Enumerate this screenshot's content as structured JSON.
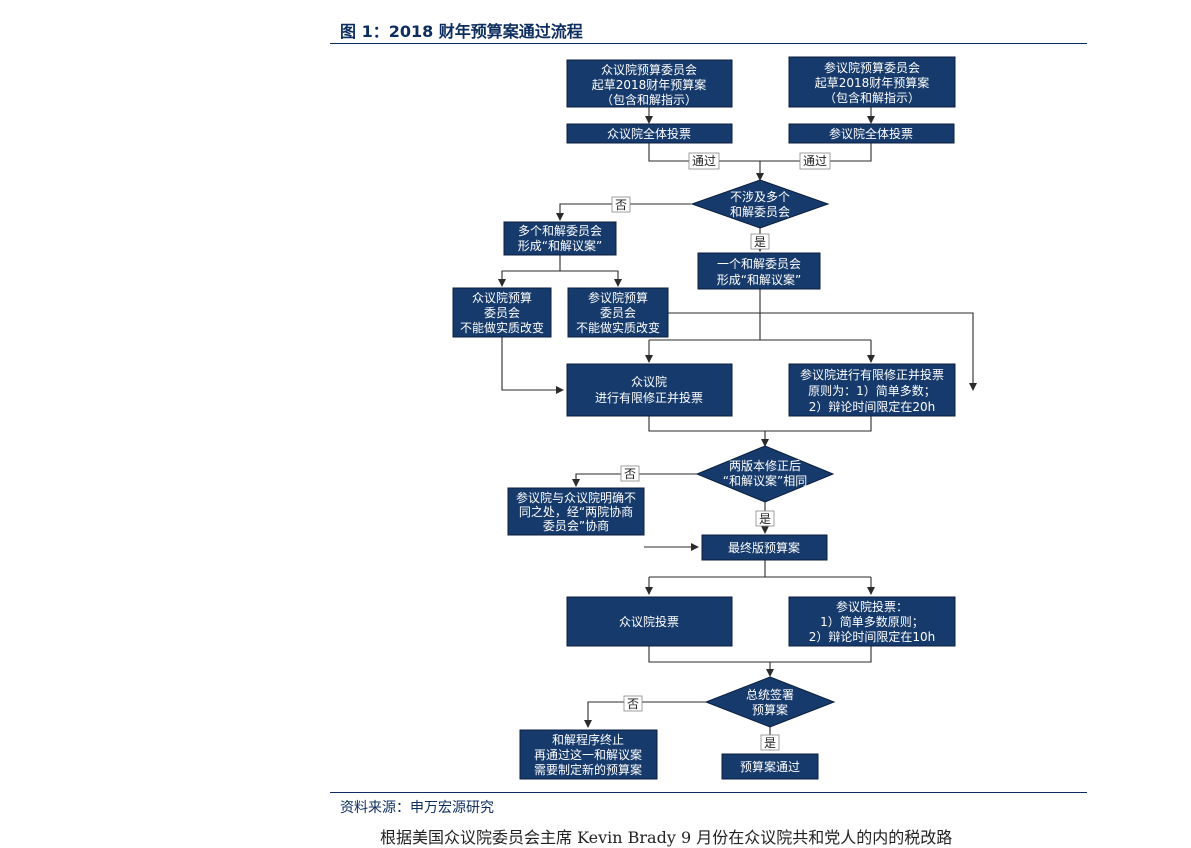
{
  "title": "图 1：2018 财年预算案通过流程",
  "source": "资料来源：申万宏源研究",
  "body_text": "根据美国众议院委员会主席 Kevin Brady 9 月份在众议院共和党人的内的税改路",
  "nodes": {
    "house_draft": [
      "众议院预算委员会",
      "起草2018财年预算案",
      "（包含和解指示）"
    ],
    "senate_draft": [
      "参议院预算委员会",
      "起草2018财年预算案",
      "（包含和解指示）"
    ],
    "house_vote_all": [
      "众议院全体投票"
    ],
    "senate_vote_all": [
      "参议院全体投票"
    ],
    "decision_committees": [
      "不涉及多个",
      "和解委员会"
    ],
    "multi_committee": [
      "多个和解委员会",
      "形成“和解议案”"
    ],
    "single_committee": [
      "一个和解委员会",
      "形成“和解议案”"
    ],
    "house_budget_no_change": [
      "众议院预算",
      "委员会",
      "不能做实质改变"
    ],
    "senate_budget_no_change": [
      "参议院预算",
      "委员会",
      "不能做实质改变"
    ],
    "house_amend_vote": [
      "众议院",
      "进行有限修正并投票"
    ],
    "senate_amend_vote": [
      "参议院进行有限修正并投票",
      "原则为：1）简单多数；",
      "2）辩论时间限定在20h"
    ],
    "decision_same": [
      "两版本修正后",
      "“和解议案”相同"
    ],
    "conference": [
      "参议院与众议院明确不",
      "同之处，经“两院协商",
      "委员会”协商"
    ],
    "final_budget": [
      "最终版预算案"
    ],
    "house_vote": [
      "众议院投票"
    ],
    "senate_vote": [
      "参议院投票：",
      "1）简单多数原则；",
      "2）辩论时间限定在10h"
    ],
    "decision_president": [
      "总统签署",
      "预算案"
    ],
    "terminated": [
      "和解程序终止",
      "再通过这一和解议案",
      "需要制定新的预算案"
    ],
    "passed": [
      "预算案通过"
    ]
  },
  "labels": {
    "passed": "通过",
    "no": "否",
    "yes": "是"
  }
}
